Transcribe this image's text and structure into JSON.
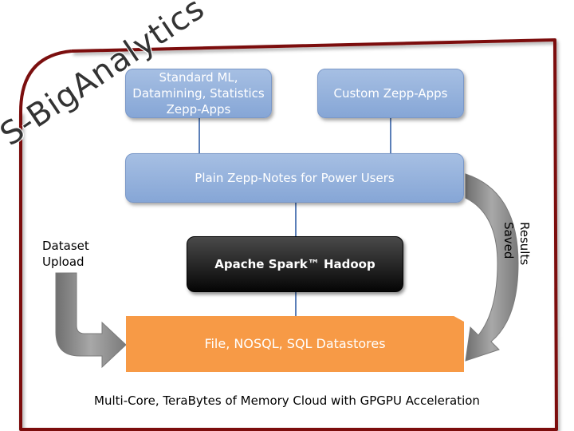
{
  "brand": {
    "text": "S-BigAnalytics™"
  },
  "boxes": {
    "standard_ml": "Standard ML,\nDatamining, Statistics\nZepp-Apps",
    "custom_apps": "Custom Zepp-Apps",
    "zepp_notes": "Plain Zepp-Notes for Power Users",
    "spark": "Apache Spark™ Hadoop",
    "datastores": "File, NOSQL, SQL Datastores"
  },
  "labels": {
    "dataset_upload": "Dataset\nUpload",
    "results_saved": "Results Saved",
    "footer": "Multi-Core, TeraBytes of Memory Cloud with GPGPU Acceleration"
  },
  "colors": {
    "frame": "#7b0f0f",
    "blue_box": "#94b2de",
    "spark_box": "#1a1a1a",
    "store_box": "#f79a46",
    "arrow": "#8c8c8c",
    "connector": "#5b7fb8"
  }
}
